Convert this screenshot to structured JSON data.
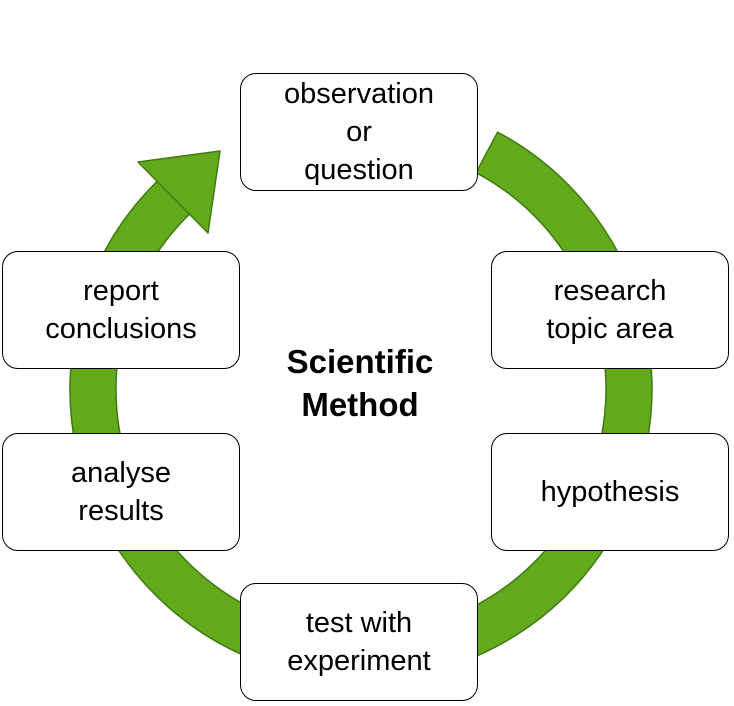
{
  "diagram": {
    "center_title": "Scientific\nMethod",
    "arrow_color": "#62aa1c",
    "arrow_stroke": "#3f7a10",
    "steps": [
      {
        "label": "observation\nor\nquestion"
      },
      {
        "label": "research\ntopic area"
      },
      {
        "label": "hypothesis"
      },
      {
        "label": "test with\nexperiment"
      },
      {
        "label": "analyse\nresults"
      },
      {
        "label": "report\nconclusions"
      }
    ]
  }
}
